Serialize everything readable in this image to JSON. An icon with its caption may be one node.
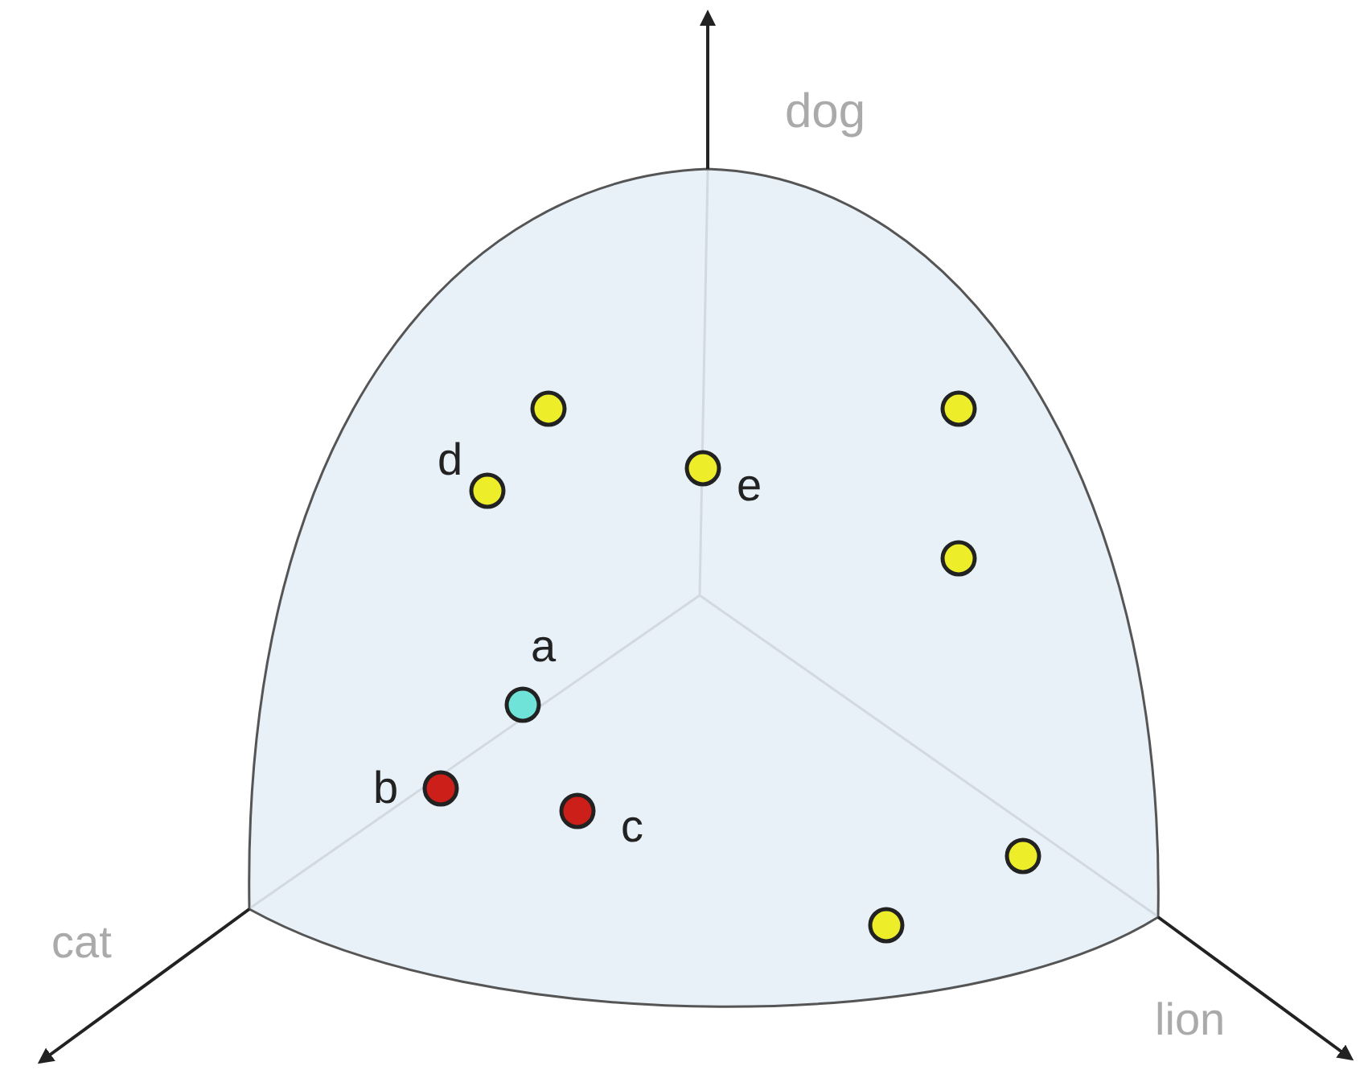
{
  "diagram": {
    "labels": [
      "dog",
      "d",
      "e",
      "a",
      "b",
      "c",
      "cat",
      "lion"
    ]
  }
}
